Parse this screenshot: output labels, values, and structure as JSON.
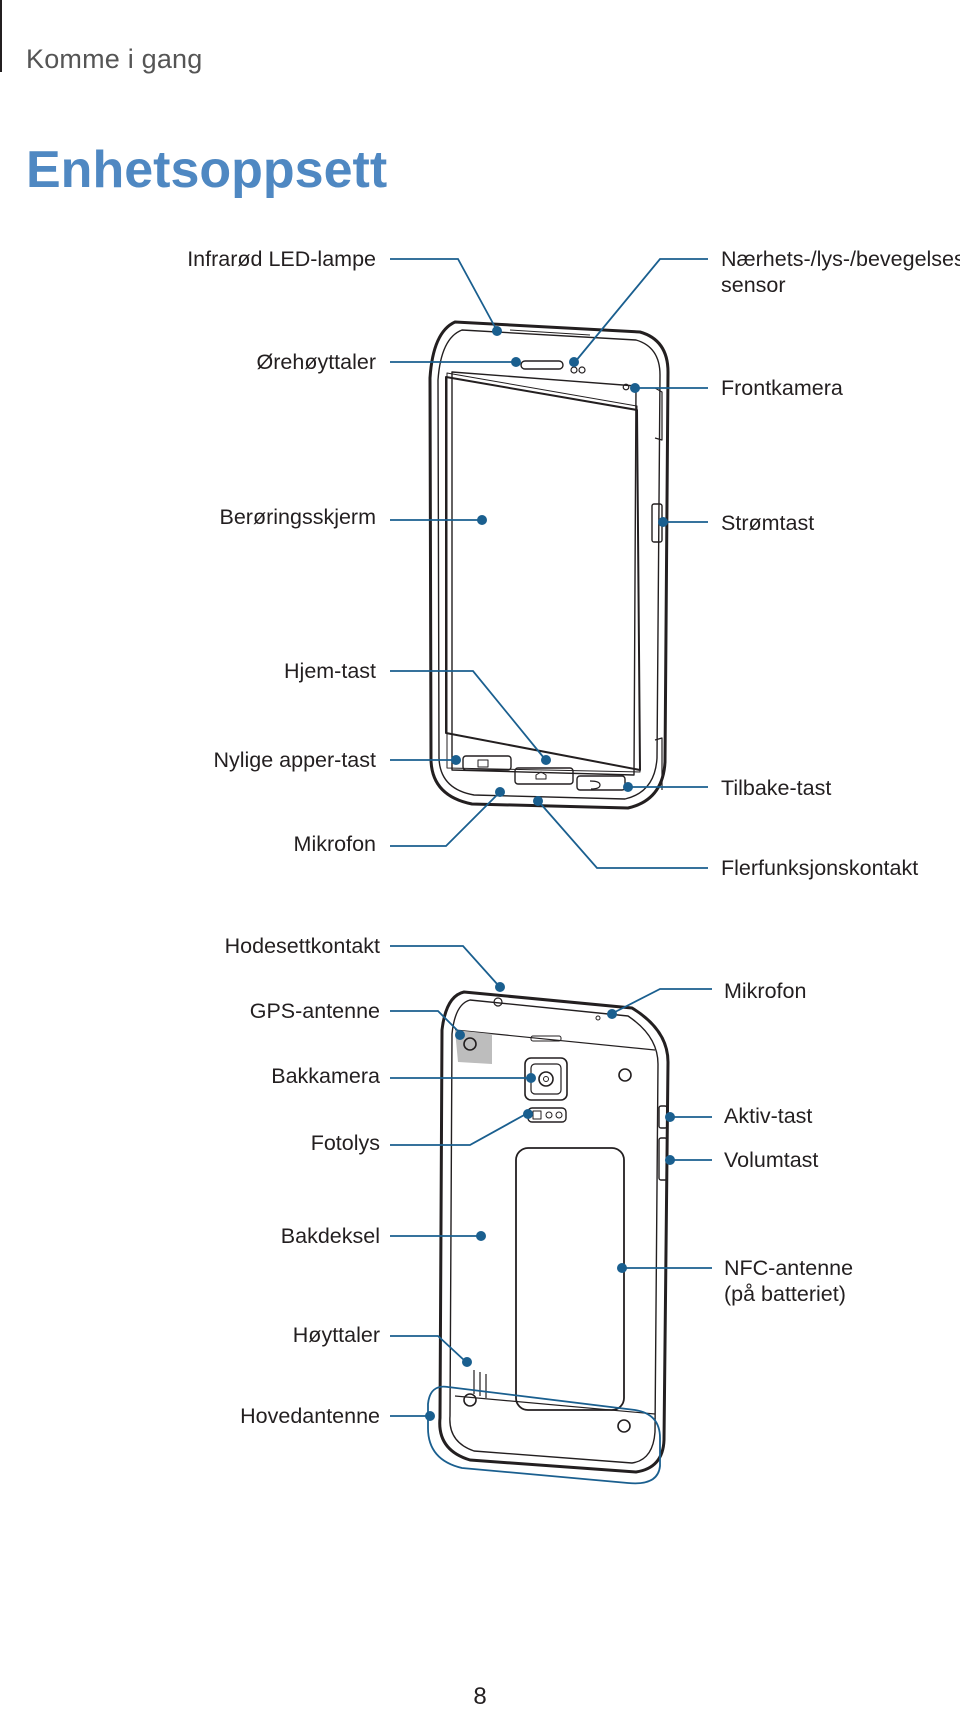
{
  "header": {
    "section": "Komme i gang",
    "title": "Enhetsoppsett"
  },
  "front_labels": {
    "infrared_led": "Infrarød LED-lampe",
    "proximity_sensor": "Nærhets-/lys-/bevegelses-\nsensor",
    "earpiece": "Ørehøyttaler",
    "front_camera": "Frontkamera",
    "touchscreen": "Berøringsskjerm",
    "power_key": "Strømtast",
    "home_key": "Hjem-tast",
    "recent_apps_key": "Nylige apper-tast",
    "back_key": "Tilbake-tast",
    "microphone": "Mikrofon",
    "multipurpose_jack": "Flerfunksjonskontakt"
  },
  "back_labels": {
    "headset_jack": "Hodesettkontakt",
    "microphone": "Mikrofon",
    "gps_antenna": "GPS-antenne",
    "rear_camera": "Bakkamera",
    "active_key": "Aktiv-tast",
    "flash": "Fotolys",
    "volume_key": "Volumtast",
    "back_cover": "Bakdeksel",
    "nfc_antenna": "NFC-antenne\n(på batteriet)",
    "speaker": "Høyttaler",
    "main_antenna": "Hovedantenne"
  },
  "colors": {
    "callout": "#1a5f8f",
    "title": "#4f88c2",
    "outline": "#231f20"
  },
  "page_number": "8"
}
